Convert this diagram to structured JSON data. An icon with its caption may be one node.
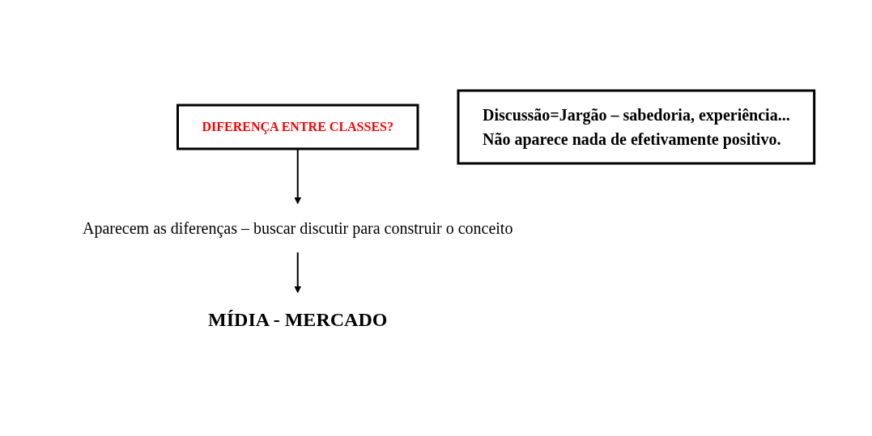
{
  "diagram": {
    "nodes": [
      {
        "text": [
          "DIFERENÇA ENTRE CLASSES?"
        ]
      },
      {
        "text": [
          "Aparecem as diferenças – buscar discutir para construir o conceito"
        ]
      },
      {
        "text": [
          "MÍDIA - MERCADO"
        ]
      },
      {
        "text": [
          "Discussão=Jargão – sabedoria, experiência...",
          "Não aparece nada de efetivamente positivo."
        ]
      }
    ],
    "edges": [
      {
        "from": 0,
        "to": 1,
        "arrow": "to"
      },
      {
        "from": 1,
        "to": 2,
        "arrow": "to"
      }
    ]
  }
}
